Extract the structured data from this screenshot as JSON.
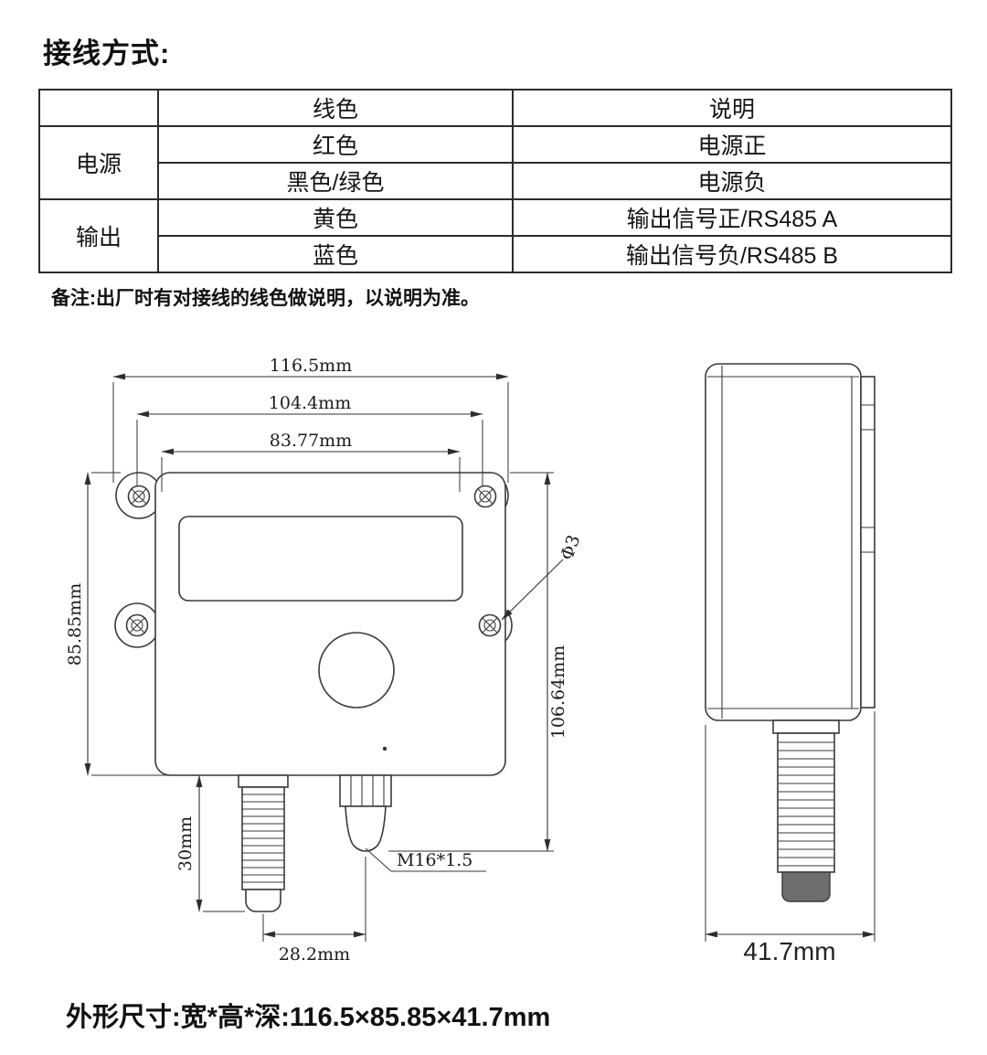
{
  "header": {
    "title": "接线方式:"
  },
  "table": {
    "col_header_color": "线色",
    "col_header_desc": "说明",
    "groups": [
      {
        "label": "电源",
        "rows": [
          {
            "color": "红色",
            "desc": "电源正"
          },
          {
            "color": "黑色/绿色",
            "desc": "电源负"
          }
        ]
      },
      {
        "label": "输出",
        "rows": [
          {
            "color": "黄色",
            "desc": "输出信号正/RS485 A"
          },
          {
            "color": "蓝色",
            "desc": "输出信号负/RS485 B"
          }
        ]
      }
    ]
  },
  "note": "备注:出厂时有对接线的线色做说明，以说明为准。",
  "drawing": {
    "front": {
      "width_overall": "116.5mm",
      "width_body": "104.4mm",
      "width_holes": "83.77mm",
      "height_body": "85.85mm",
      "height_overall": "106.64mm",
      "hole_diameter": "Φ3",
      "probe_length": "30mm",
      "gland_thread": "M16*1.5",
      "probe_gland_spacing": "28.2mm"
    },
    "side": {
      "depth": "41.7mm"
    }
  },
  "footer": "外形尺寸:宽*高*深:116.5×85.85×41.7mm"
}
